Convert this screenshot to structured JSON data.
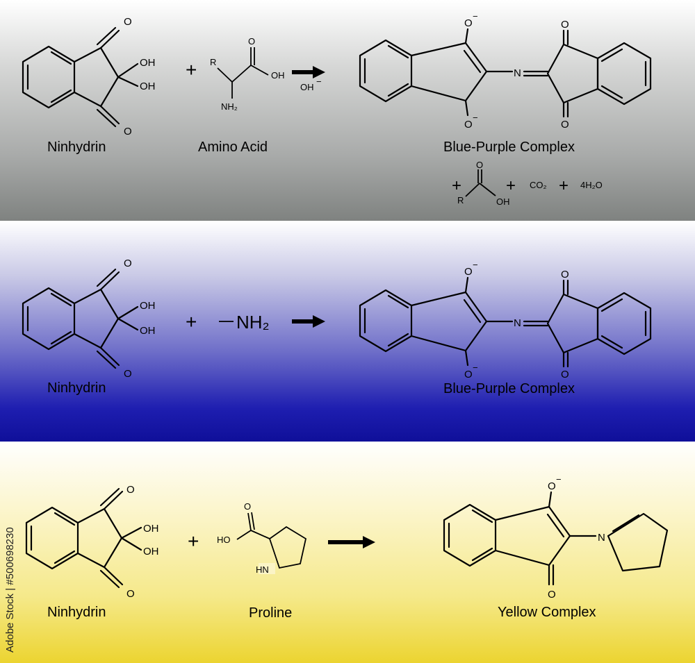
{
  "reactions": [
    {
      "id": "reaction-amino-acid",
      "reactant_1": "Ninhydrin",
      "reactant_2": "Amino Acid",
      "catalyst": "OH",
      "catalyst_charge": "−",
      "product": "Blue-Purple Complex",
      "byproducts": [
        "CO₂",
        "4H₂O"
      ],
      "background": [
        "#ffffff",
        "#7f8280"
      ]
    },
    {
      "id": "reaction-amine",
      "reactant_1": "Ninhydrin",
      "reactant_2": "NH₂",
      "product": "Blue-Purple Complex",
      "background": [
        "#ffffff",
        "#0f0f99"
      ]
    },
    {
      "id": "reaction-proline",
      "reactant_1": "Ninhydrin",
      "reactant_2": "Proline",
      "product": "Yellow Complex",
      "background": [
        "#ffffff",
        "#ecd430"
      ]
    }
  ],
  "atoms": {
    "O": "O",
    "OH": "OH",
    "HO": "HO",
    "NH2": "NH₂",
    "HN": "HN",
    "N": "N",
    "R": "R",
    "O_minus": "−",
    "plus": "+"
  },
  "watermark": "Adobe Stock | #500698230"
}
